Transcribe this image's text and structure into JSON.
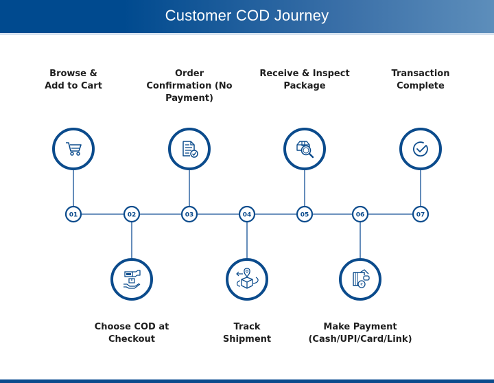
{
  "header": {
    "title": "Customer COD Journey"
  },
  "colors": {
    "primary": "#0b4b8c",
    "line": "#3d6fa8",
    "header_start": "#004a8f",
    "header_end": "#5d8ebb",
    "text": "#1e1e1e"
  },
  "steps": [
    {
      "number": "01",
      "label": "Browse & Add to Cart",
      "lines": [
        "Browse &",
        "Add to Cart"
      ],
      "icon": "shopping-cart-icon",
      "position": "top"
    },
    {
      "number": "02",
      "label": "Choose COD at Checkout",
      "lines": [
        "Choose COD at",
        "Checkout"
      ],
      "icon": "cash-hand-icon",
      "position": "bottom"
    },
    {
      "number": "03",
      "label": "Order Confirmation (No Payment)",
      "lines": [
        "Order",
        "Confirmation (No",
        "Payment)"
      ],
      "icon": "document-check-icon",
      "position": "top"
    },
    {
      "number": "04",
      "label": "Track Shipment",
      "lines": [
        "Track",
        "Shipment"
      ],
      "icon": "package-location-icon",
      "position": "bottom"
    },
    {
      "number": "05",
      "label": "Receive & Inspect Package",
      "lines": [
        "Receive & Inspect",
        "Package"
      ],
      "icon": "package-search-icon",
      "position": "top"
    },
    {
      "number": "06",
      "label": "Make Payment (Cash/UPI/Card/Link)",
      "lines": [
        "Make Payment",
        "(Cash/UPI/Card/Link)"
      ],
      "icon": "wallet-payment-icon",
      "position": "bottom"
    },
    {
      "number": "07",
      "label": "Transaction Complete",
      "lines": [
        "Transaction",
        "Complete"
      ],
      "icon": "check-circle-icon",
      "position": "top"
    }
  ]
}
